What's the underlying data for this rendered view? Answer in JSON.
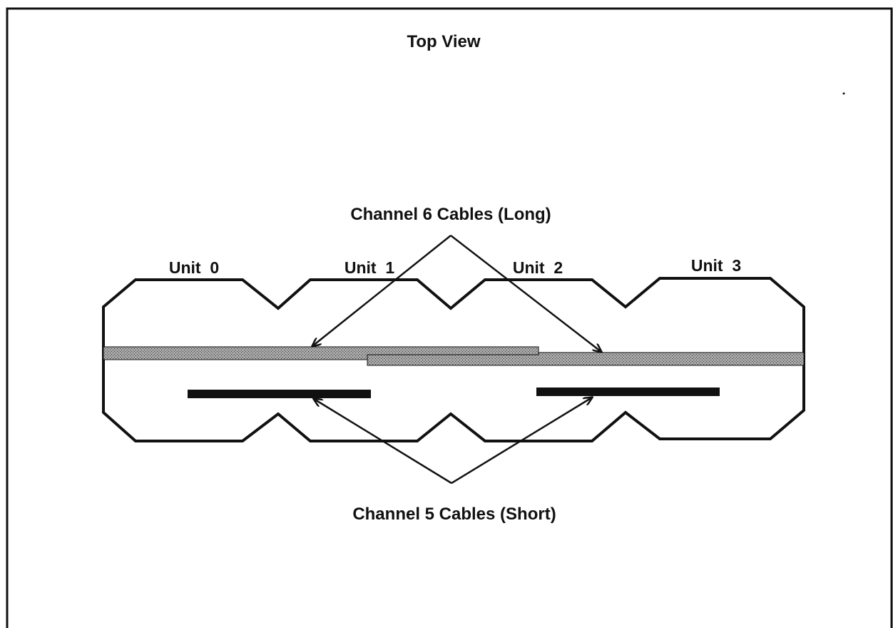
{
  "title": "Top View",
  "units": [
    {
      "label": "Unit  0"
    },
    {
      "label": "Unit  1"
    },
    {
      "label": "Unit  2"
    },
    {
      "label": "Unit  3"
    }
  ],
  "long_cables": {
    "label": "Channel 6 Cables (Long)",
    "pattern_color": "#333333",
    "fill_color": "#9a9a9a"
  },
  "short_cables": {
    "label": "Channel 5 Cables (Short)",
    "color": "#111111"
  },
  "line_color": "#111111"
}
